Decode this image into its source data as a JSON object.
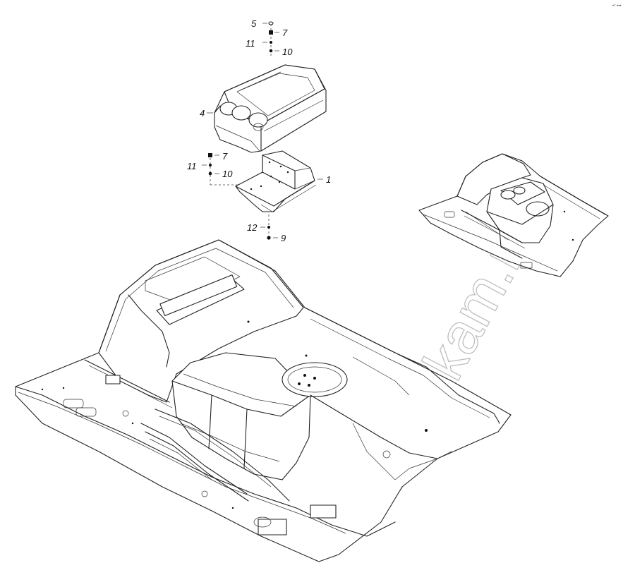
{
  "corner_mark": "•° •••",
  "watermark": "able-kam.ru",
  "callouts": {
    "c5": "5",
    "c7_top": "7",
    "c11_top": "11",
    "c10_top": "10",
    "c4": "4",
    "c11_mid": "11",
    "c7_mid": "7",
    "c10_mid": "10",
    "c1": "1",
    "c12": "12",
    "c9": "9"
  }
}
